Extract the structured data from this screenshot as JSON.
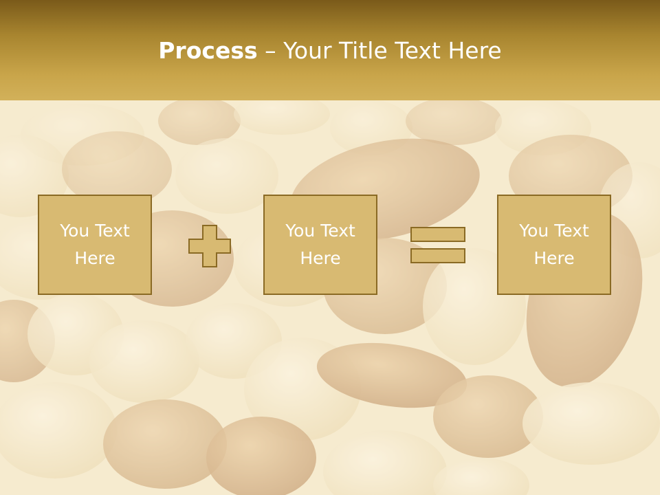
{
  "title": {
    "bold": "Process",
    "rest": " – Your Title Text Here"
  },
  "process": {
    "boxes": [
      {
        "text": "You Text\nHere"
      },
      {
        "text": "You Text\nHere"
      },
      {
        "text": "You Text\nHere"
      }
    ],
    "operators": [
      "plus-icon",
      "equals-icon"
    ]
  },
  "colors": {
    "header_top": "#7a5a1a",
    "header_bottom": "#d2b15a",
    "box_fill": "#d8ba72",
    "box_border": "#8a6a24",
    "text": "#ffffff"
  },
  "background_image": "mixed-nuts-photo"
}
